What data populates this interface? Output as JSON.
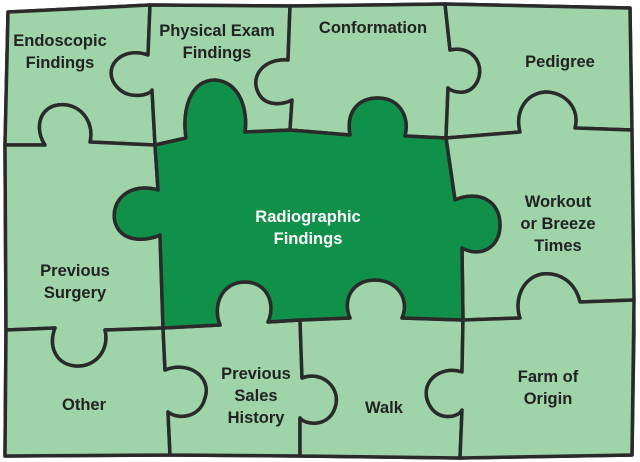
{
  "colors": {
    "piece_fill": "#9ed4a8",
    "center_fill": "#10914a",
    "outline": "#2a2a2a"
  },
  "labels": {
    "endoscopic": "Endoscopic\nFindings",
    "physical_exam": "Physical Exam\nFindings",
    "conformation": "Conformation",
    "pedigree": "Pedigree",
    "radiographic": "Radiographic\nFindings",
    "workout": "Workout\nor Breeze\nTimes",
    "previous_surgery": "Previous\nSurgery",
    "other": "Other",
    "previous_sales": "Previous\nSales\nHistory",
    "walk": "Walk",
    "farm": "Farm of Origin"
  }
}
